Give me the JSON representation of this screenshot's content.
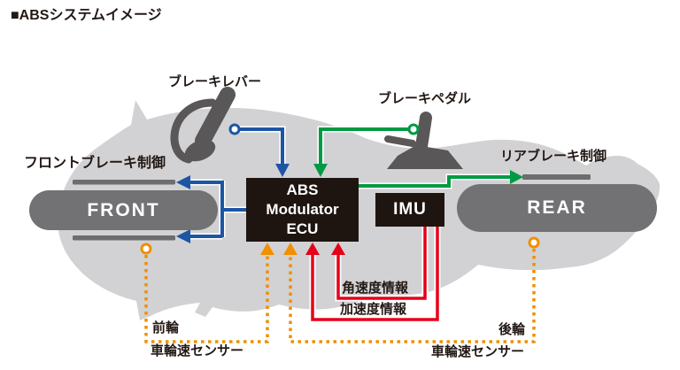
{
  "title": "■ABSシステムイメージ",
  "colors": {
    "blue": "#1d55a5",
    "green": "#009a44",
    "red": "#e50019",
    "orange": "#f08f00",
    "silhouette": "#d2d2d4",
    "icon-gray": "#595757",
    "pill-gray": "#727173",
    "bar-gray": "#6e6d6e",
    "box-black": "#1e1511"
  },
  "diagram": {
    "labels": {
      "brake_lever": "ブレーキレバー",
      "brake_pedal": "ブレーキペダル",
      "front_brake_control": "フロントブレーキ制御",
      "rear_brake_control": "リアブレーキ制御",
      "angular_velocity_info": "角速度情報",
      "acceleration_info": "加速度情報",
      "front_wheel": "前輪",
      "front_wheel_speed_sensor": "車輪速センサー",
      "rear_wheel": "後輪",
      "rear_wheel_speed_sensor": "車輪速センサー"
    },
    "nodes": {
      "front_wheel_label": "FRONT",
      "rear_wheel_label": "REAR",
      "abs_ecu": [
        "ABS",
        "Modulator",
        "ECU"
      ],
      "imu": "IMU"
    }
  }
}
